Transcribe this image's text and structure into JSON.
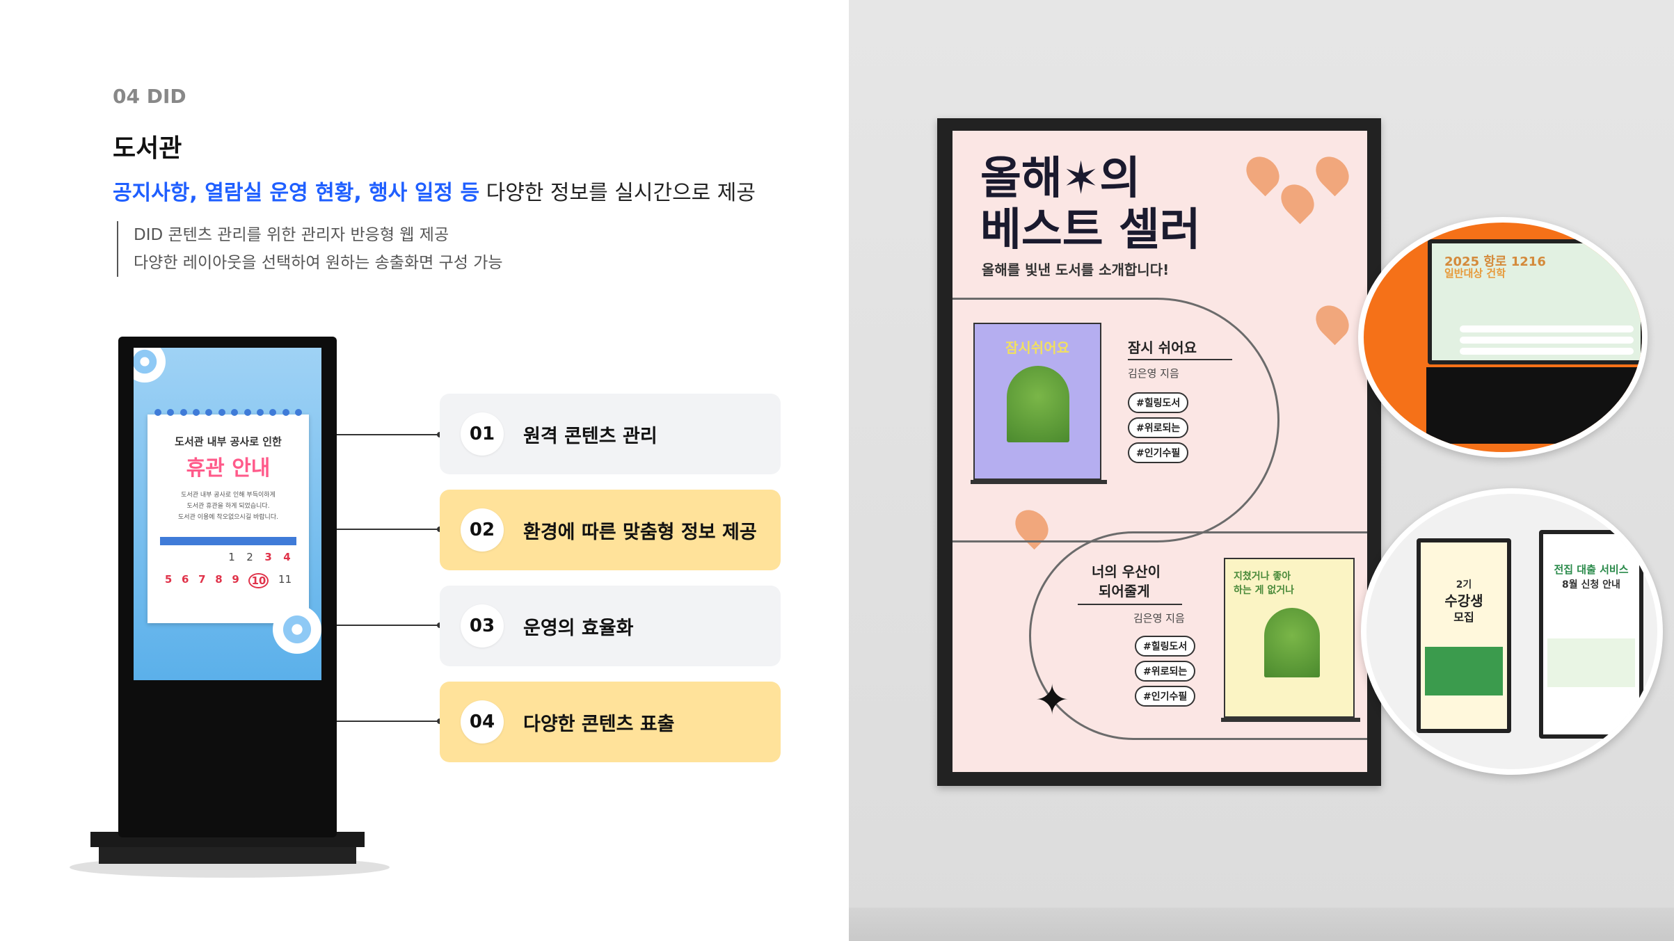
{
  "section": {
    "tag": "04 DID",
    "title": "도서관"
  },
  "headline": {
    "highlight": "공지사항, 열람실 운영 현황, 행사 일정 등",
    "rest": " 다양한 정보를 실시간으로 제공"
  },
  "bullets": [
    "DID 콘텐츠 관리를 위한 관리자 반응형 웹 제공",
    "다양한 레이아웃을 선택하여 원하는 송출화면 구성 가능"
  ],
  "kiosk_screen": {
    "heading": "도서관 내부 공사로 인한",
    "title": "휴관 안내",
    "body": [
      "도서관 내부 공사로 인해 부득이하게",
      "도서관 휴관을 하게 되었습니다.",
      "도서관 이용에 착오없으시길 바랍니다."
    ],
    "cal_row1": [
      "1",
      "2",
      "3",
      "4"
    ],
    "cal_row2": [
      "5",
      "6",
      "7",
      "8",
      "9",
      "10",
      "11"
    ]
  },
  "features": [
    {
      "num": "01",
      "label": "원격 콘텐츠 관리"
    },
    {
      "num": "02",
      "label": "환경에 따른 맞춤형 정보 제공"
    },
    {
      "num": "03",
      "label": "운영의 효율화"
    },
    {
      "num": "04",
      "label": "다양한 콘텐츠 표출"
    }
  ],
  "poster": {
    "title_line1": "올해✶의",
    "title_line2": "베스트 셀러",
    "subtitle": "올해를 빛낸 도서를 소개합니다!",
    "book1": {
      "cover": "잠시쉬어요",
      "title": "잠시 쉬어요",
      "author": "김은영 지음",
      "tags": [
        "#힐링도서",
        "#위로되는",
        "#인기수필"
      ]
    },
    "book2": {
      "cover": "지쳤거나 좋아하는 게 없거나",
      "title1": "너의 우산이",
      "title2": "되어줄게",
      "author": "김은영 지음",
      "tags": [
        "#힐링도서",
        "#위로되는",
        "#인기수필"
      ]
    }
  },
  "circle1": {
    "title": "2025 항로 1216",
    "subtitle": "일반대상 건학"
  },
  "circle2": {
    "left_title1": "2기",
    "left_title2": "수강생",
    "left_title3": "모집",
    "right_title1": "전집 대출 서비스",
    "right_title2": "8월 신청 안내"
  },
  "colors": {
    "accent_blue": "#1f5fff",
    "feature_yellow": "#ffe29a",
    "feature_grey": "#f2f3f5",
    "orange": "#f57118"
  }
}
